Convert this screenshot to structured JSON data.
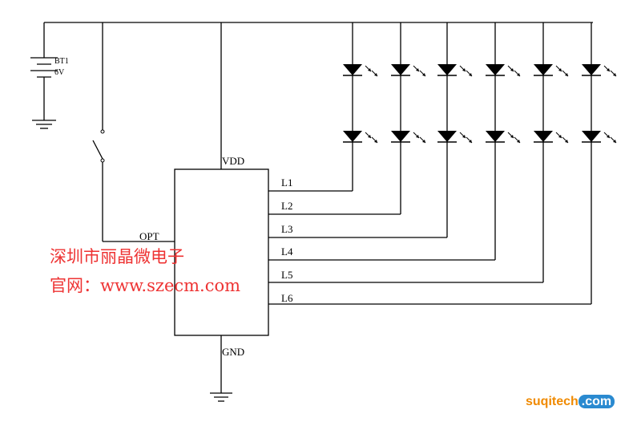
{
  "battery": {
    "name": "BT1",
    "voltage": "6V"
  },
  "chip": {
    "pins": {
      "vdd": "VDD",
      "gnd": "GND",
      "opt": "OPT",
      "outputs": [
        "L1",
        "L2",
        "L3",
        "L4",
        "L5",
        "L6"
      ]
    }
  },
  "watermark": {
    "line1": "深圳市丽晶微电子",
    "line2": "官网：www.szecm.com"
  },
  "site_brand": {
    "name": "suqitech",
    "suffix": ".com"
  }
}
